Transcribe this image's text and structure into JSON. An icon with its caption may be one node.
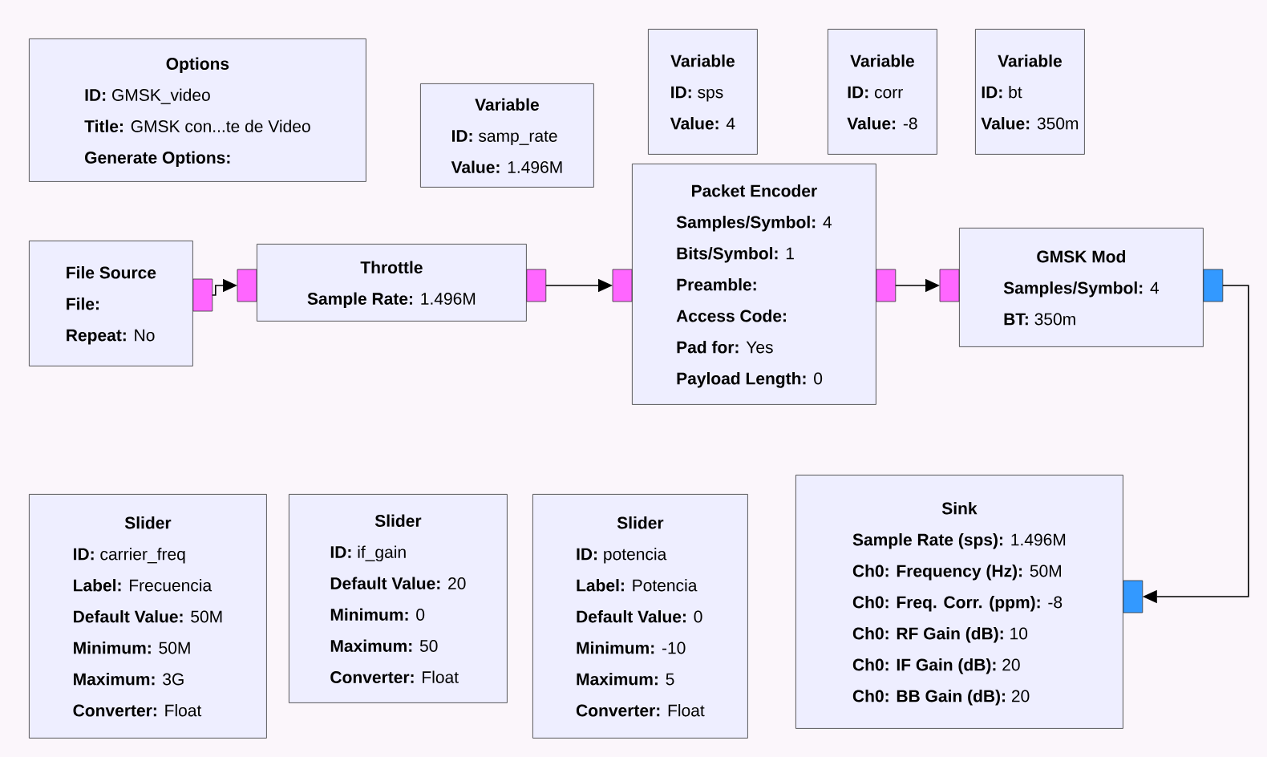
{
  "diagram": {
    "nodes": [
      {
        "text": [
          "Options",
          "**ID:** GMSK_video",
          "**Title:** GMSK con...te de Video",
          "**Generate Options:**"
        ]
      },
      {
        "text": [
          "Variable",
          "**ID:** samp_rate",
          "**Value:** 1.496M"
        ]
      },
      {
        "text": [
          "Variable",
          "**ID:** sps",
          "**Value:** 4"
        ]
      },
      {
        "text": [
          "Variable",
          "**ID:** corr",
          "**Value:** -8"
        ]
      },
      {
        "text": [
          "Variable",
          "**ID:** bt",
          "**Value:** 350m"
        ]
      },
      {
        "text": [
          "File Source",
          "**File:**",
          "**Repeat:** No"
        ]
      },
      {
        "text": [
          "Throttle",
          "**Sample Rate:** 1.496M"
        ]
      },
      {
        "text": [
          "Packet Encoder",
          "**Samples/Symbol:** 4",
          "**Bits/Symbol:** 1",
          "**Preamble:**",
          "**Access Code:**",
          "**Pad for:** Yes",
          "**Payload Length:** 0"
        ]
      },
      {
        "text": [
          "GMSK Mod",
          "**Samples/Symbol:** 4",
          "**BT:** 350m"
        ]
      },
      {
        "text": [
          "Slider",
          "**ID:** carrier_freq",
          "**Label:** Frecuencia",
          "**Default Value:** 50M",
          "**Minimum:** 50M",
          "**Maximum:** 3G",
          "**Converter:** Float"
        ]
      },
      {
        "text": [
          "Slider",
          "**ID:** if_gain",
          "**Default Value:** 20",
          "**Minimum:** 0",
          "**Maximum:** 50",
          "**Converter:** Float"
        ]
      },
      {
        "text": [
          "Slider",
          "**ID:** potencia",
          "**Label:** Potencia",
          "**Default Value:** 0",
          "**Minimum:** -10",
          "**Maximum:** 5",
          "**Converter:** Float"
        ]
      },
      {
        "text": [
          "Sink",
          "**Sample Rate (sps):** 1.496M",
          "**Ch0: Frequency (Hz):** 50M",
          "**Ch0: Freq. Corr. (ppm):** -8",
          "**Ch0: RF Gain (dB):** 10",
          "**Ch0: IF Gain (dB):** 20",
          "**Ch0: BB Gain (dB):** 20"
        ]
      }
    ],
    "edges": [
      {
        "from": 5,
        "to": 6,
        "arrow": "to"
      },
      {
        "from": 6,
        "to": 7,
        "arrow": "to"
      },
      {
        "from": 7,
        "to": 8,
        "arrow": "to"
      },
      {
        "from": 8,
        "to": 12,
        "arrow": "to"
      }
    ]
  }
}
